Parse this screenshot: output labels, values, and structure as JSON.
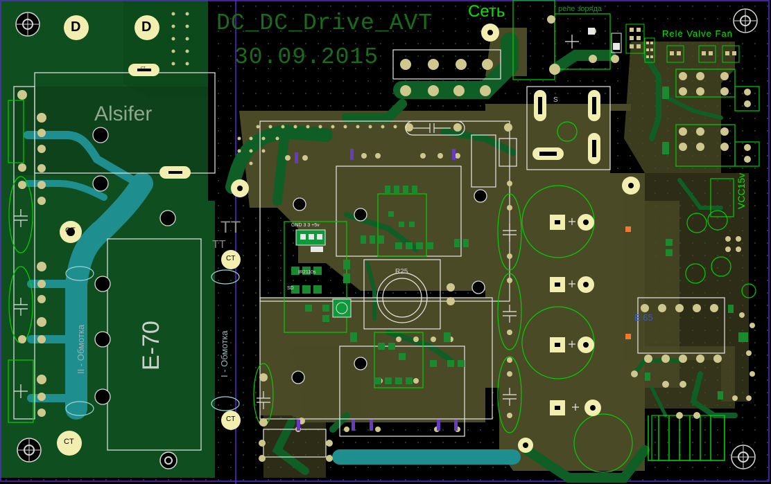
{
  "board": {
    "title": "DC_DC_Drive_AVT",
    "date": "30.09.2015",
    "author": "Alsifer",
    "colors": {
      "background": "#000000",
      "copper_dark": "#0e3d1e",
      "copper_top": "#4a4a26",
      "solder_green": "#0f5e26",
      "silkscreen": "#ffffff",
      "outline": "#00d000",
      "pad": "#f2eeb0",
      "trace_blue": "#1f8e8e",
      "board_edge": "#5a2ad6"
    }
  },
  "labels": {
    "d1": "D",
    "d2": "D",
    "net": "Сеть",
    "relay_note": "реле зоряда",
    "relay_header": "Rele Valve Fan",
    "vcc": "VCC15v",
    "core": "E-70",
    "winding1": "II - Обмотка",
    "winding2": "I - Обмотка",
    "ct1": "CT",
    "ct2": "CT",
    "ct3": "CT",
    "ct4": "CT",
    "ct5": "CT",
    "tt1": "TT",
    "tt2": "TT",
    "gnd_header": "GND 3 3 +5v",
    "ic": "IR2110s",
    "sd": "SD",
    "r25": "R25",
    "e65": "E 65",
    "s": "S"
  }
}
